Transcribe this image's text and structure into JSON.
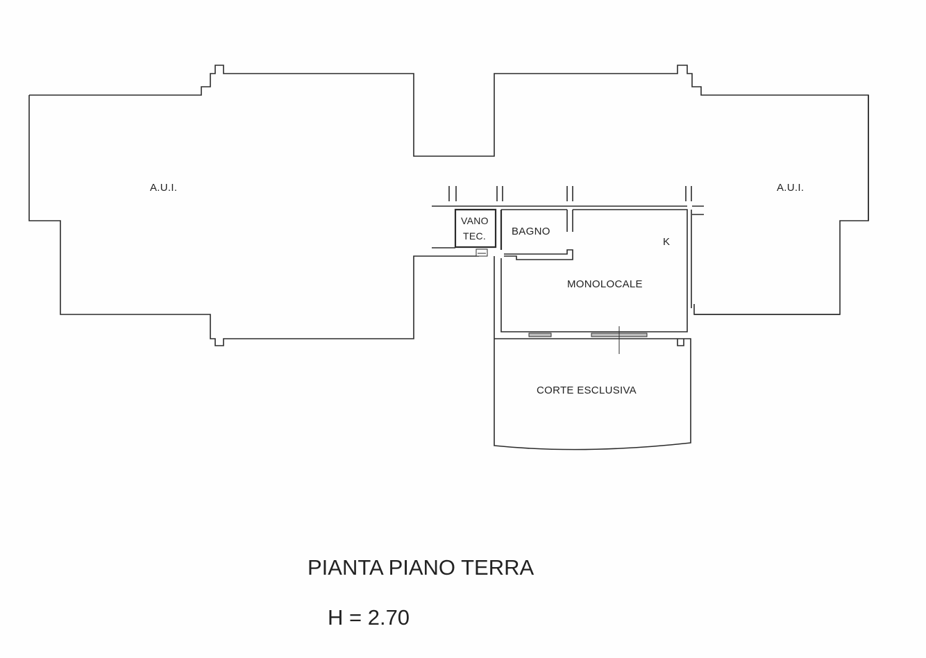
{
  "rooms": {
    "aui_left": "A.U.I.",
    "aui_right": "A.U.I.",
    "vano": "VANO",
    "tec": "TEC.",
    "bagno": "BAGNO",
    "kitchen": "K",
    "monolocale": "MONOLOCALE",
    "corte": "CORTE ESCLUSIVA"
  },
  "title": "PIANTA PIANO TERRA",
  "height_note": "H = 2.70"
}
